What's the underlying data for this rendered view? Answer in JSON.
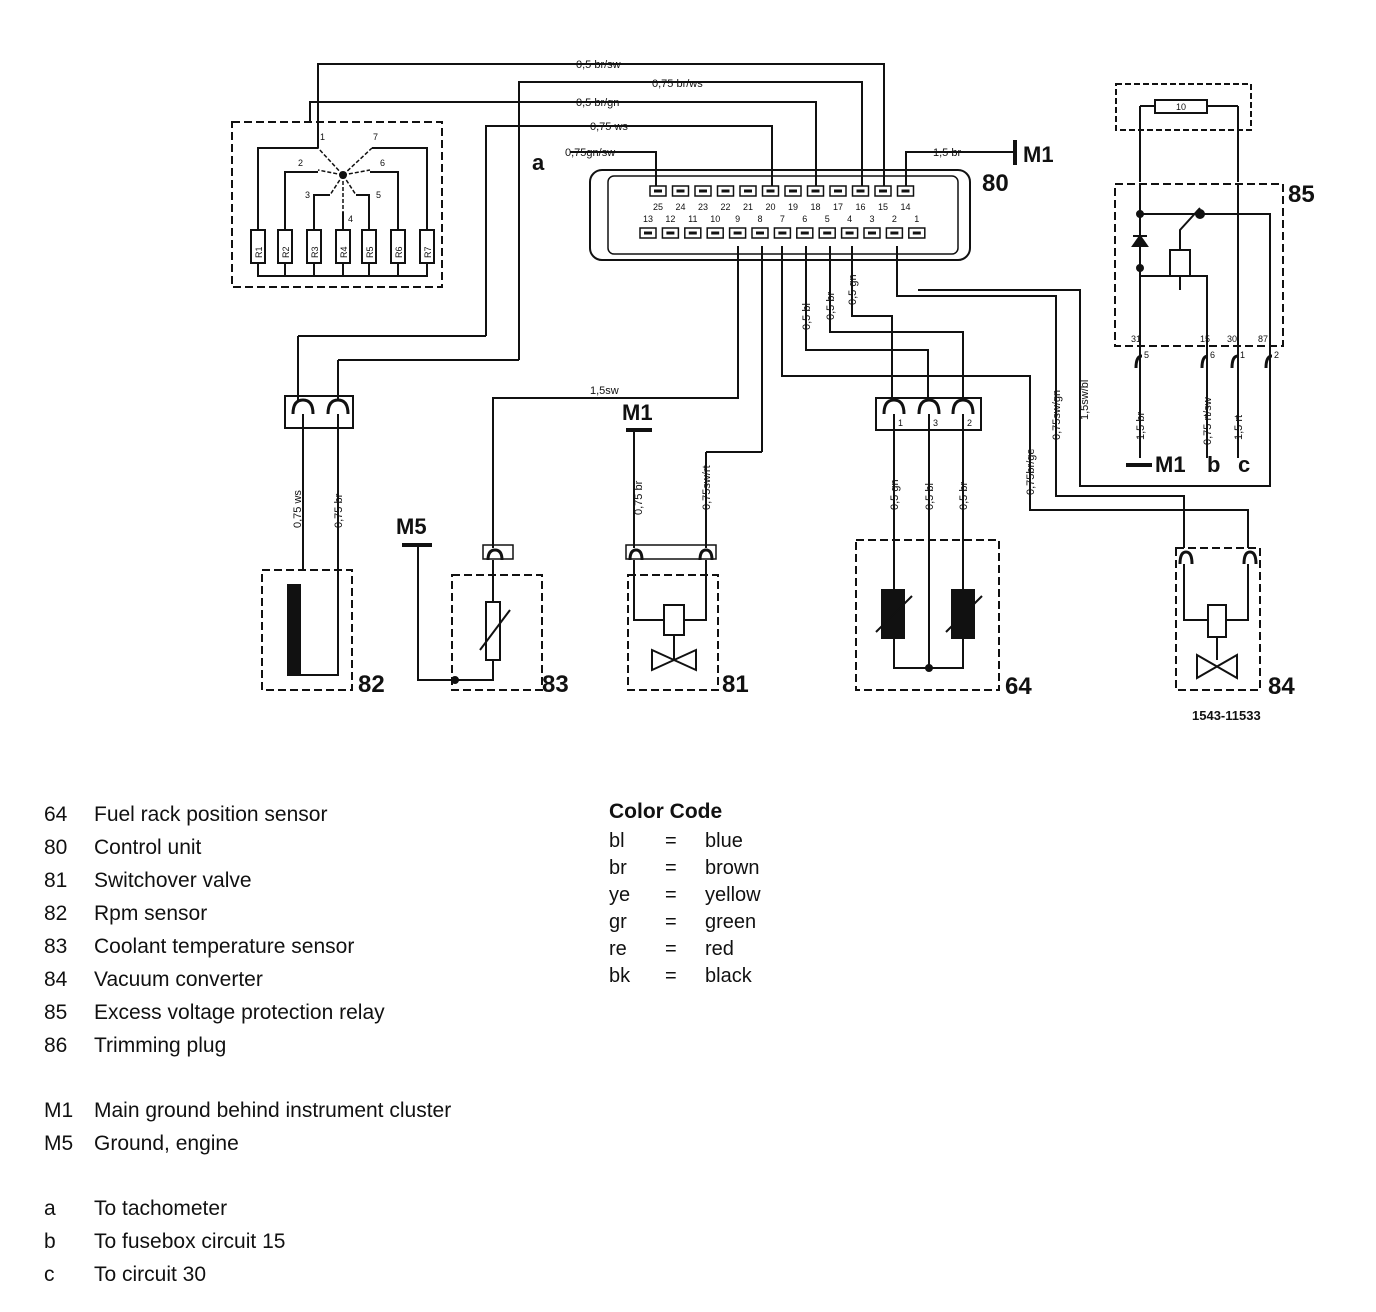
{
  "diagram": {
    "figure_number": "1543-11533",
    "component_labels": {
      "c80": "80",
      "c85": "85",
      "c82": "82",
      "c83": "83",
      "c81": "81",
      "c64": "64",
      "c84": "84"
    },
    "ground_labels": {
      "m1_top": "M1",
      "m1_valve": "M1",
      "m5": "M5",
      "m1_relay": "M1",
      "b": "b",
      "c": "c",
      "a": "a"
    },
    "wire_labels": {
      "w1": "0,5 br/sw",
      "w2": "0,75 br/ws",
      "w3": "0,5 br/gn",
      "w4": "0,75 ws",
      "w5": "0,75gn/sw",
      "w6": "1,5 br",
      "w7": "0,5 bl",
      "w8": "0,5 br",
      "w9": "0,5 gn",
      "w10": "1,5sw",
      "w11": "0,75 ws",
      "w12": "0,75 br",
      "w13": "0,75 br",
      "w14": "0,75sw/rt",
      "w15": "0,5 gn",
      "w16": "0,5 bl",
      "w17": "0,5 br",
      "w18": "0,75br/ge",
      "w19": "0,75sw/gn",
      "w20": "1,5sw/bl",
      "w21": "1,5 br",
      "w22": "0,75 rt/sw",
      "w23": "1,5 rt"
    },
    "plug_pins": {
      "top": [
        "25",
        "24",
        "23",
        "22",
        "21",
        "20",
        "19",
        "18",
        "17",
        "16",
        "15",
        "14"
      ],
      "bottom": [
        "13",
        "12",
        "11",
        "10",
        "9",
        "8",
        "7",
        "6",
        "5",
        "4",
        "3",
        "2",
        "1"
      ]
    },
    "trimming_plug": {
      "positions": [
        "1",
        "2",
        "3",
        "4",
        "5",
        "6",
        "7"
      ],
      "resistors": [
        "R1",
        "R2",
        "R3",
        "R4",
        "R5",
        "R6",
        "R7"
      ]
    },
    "relay_terminals": [
      "31",
      "15",
      "30",
      "87"
    ],
    "relay_pins": [
      "5",
      "6",
      "1",
      "2"
    ],
    "fuse_label": "10",
    "sensor64_pins": [
      "1",
      "3",
      "2"
    ]
  },
  "legend": {
    "components": [
      {
        "num": "64",
        "text": "Fuel rack position sensor"
      },
      {
        "num": "80",
        "text": "Control unit"
      },
      {
        "num": "81",
        "text": "Switchover valve"
      },
      {
        "num": "82",
        "text": "Rpm sensor"
      },
      {
        "num": "83",
        "text": "Coolant temperature sensor"
      },
      {
        "num": "84",
        "text": "Vacuum converter"
      },
      {
        "num": "85",
        "text": "Excess voltage protection relay"
      },
      {
        "num": "86",
        "text": "Trimming plug"
      }
    ],
    "grounds": [
      {
        "num": "M1",
        "text": "Main ground behind instrument cluster"
      },
      {
        "num": "M5",
        "text": "Ground, engine"
      }
    ],
    "refs": [
      {
        "num": "a",
        "text": "To tachometer"
      },
      {
        "num": "b",
        "text": "To fusebox circuit 15"
      },
      {
        "num": "c",
        "text": "To circuit 30"
      }
    ]
  },
  "color_code": {
    "title": "Color Code",
    "entries": [
      {
        "abbr": "bl",
        "eq": "=",
        "name": "blue"
      },
      {
        "abbr": "br",
        "eq": "=",
        "name": "brown"
      },
      {
        "abbr": "ye",
        "eq": "=",
        "name": "yellow"
      },
      {
        "abbr": "gr",
        "eq": "=",
        "name": "green"
      },
      {
        "abbr": "re",
        "eq": "=",
        "name": "red"
      },
      {
        "abbr": "bk",
        "eq": "=",
        "name": "black"
      }
    ]
  }
}
